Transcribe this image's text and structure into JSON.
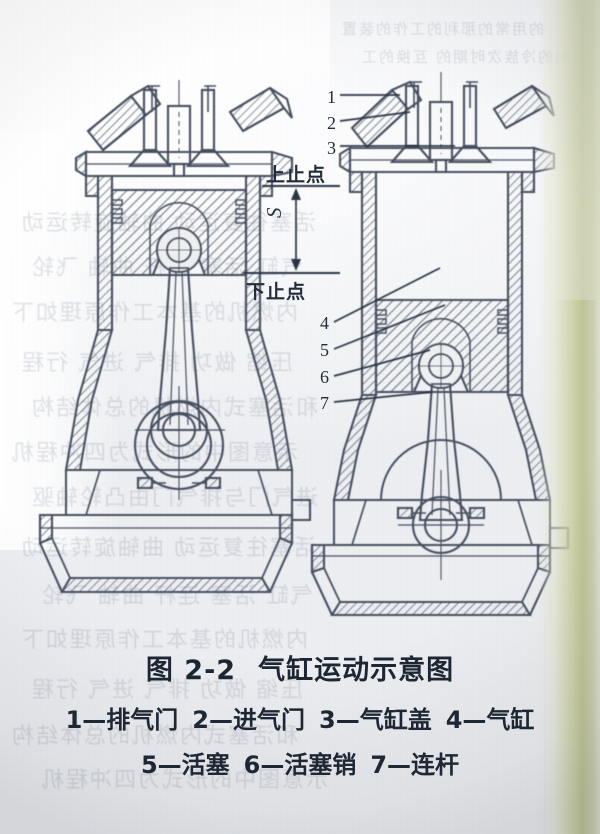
{
  "figure": {
    "caption_number": "图 2-2",
    "caption_title": "气缸运动示意图",
    "legend_line1": [
      {
        "num": "1",
        "dash": "—",
        "name": "排气门"
      },
      {
        "num": "2",
        "dash": "—",
        "name": "进气门"
      },
      {
        "num": "3",
        "dash": "—",
        "name": "气缸盖"
      },
      {
        "num": "4",
        "dash": "—",
        "name": "气缸"
      }
    ],
    "legend_line2": [
      {
        "num": "5",
        "dash": "—",
        "name": "活塞"
      },
      {
        "num": "6",
        "dash": "—",
        "name": "活塞销"
      },
      {
        "num": "7",
        "dash": "—",
        "name": "连杆"
      }
    ]
  },
  "annotations": {
    "top_dead_center": "上止点",
    "bottom_dead_center": "下止点",
    "stroke_symbol": "S"
  },
  "callouts": {
    "c1": "1",
    "c2": "2",
    "c3": "3",
    "c4": "4",
    "c5": "5",
    "c6": "6",
    "c7": "7"
  },
  "colors": {
    "ink": "#2b3544",
    "ink_dark": "#1d2733",
    "paper": "#eceef1",
    "paper_light": "#fdfdfe",
    "edge_strip": "#bac08f",
    "ghost_text": "#4a5470"
  },
  "bleed_through": {
    "lines": [
      "的用常的那利的工作的装置",
      "制的冷族次时期的 互换的工",
      "活塞往复运动 曲轴旋转运动",
      "气缸 活塞 连杆 曲轴 飞轮",
      "内燃机的基本工作原理如下",
      "压缩 做功 排气 进气 行程",
      "和活塞式内燃机的总体结构",
      "示意图中的形式为四冲程机",
      "进气门与排气门由凸轮轴驱"
    ]
  },
  "diagram": {
    "type": "engine-cross-section",
    "left_engine_state": "piston-at-top-dead-center",
    "right_engine_state": "piston-at-bottom-dead-center"
  }
}
